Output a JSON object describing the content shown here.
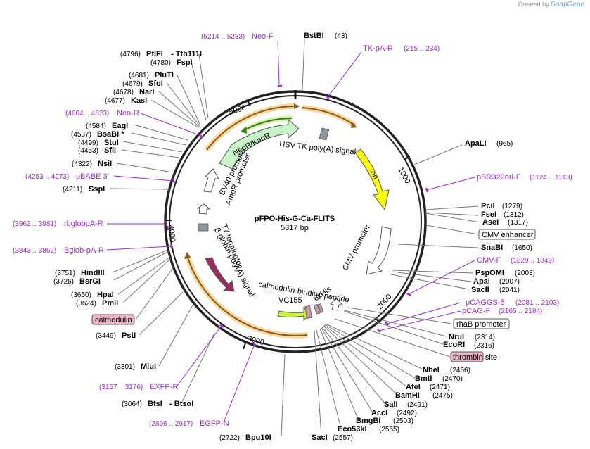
{
  "brand": {
    "created_by": "Created by",
    "app": "SnapGene"
  },
  "plasmid": {
    "name": "pFPO-His-G-Ca-FLITS",
    "length": "5317 bp"
  },
  "ticks": [
    "1000",
    "2000",
    "3000",
    "4000",
    "5000"
  ],
  "enzymes_right": [
    {
      "name": "ApaLI",
      "pos": "(965)"
    },
    {
      "name": "PciI",
      "pos": "(1279)"
    },
    {
      "name": "FseI",
      "pos": "(1312)"
    },
    {
      "name": "AseI",
      "pos": "(1317)"
    },
    {
      "name": "SnaBI",
      "pos": "(1650)"
    },
    {
      "name": "PspOMI",
      "pos": "(2003)"
    },
    {
      "name": "ApaI",
      "pos": "(2007)"
    },
    {
      "name": "SacII",
      "pos": "(2041)"
    },
    {
      "name": "NruI",
      "pos": "(2314)"
    },
    {
      "name": "EcoRI",
      "pos": "(2316)"
    },
    {
      "name": "NheI",
      "pos": "(2466)"
    },
    {
      "name": "BmtI",
      "pos": "(2470)"
    },
    {
      "name": "AfeI",
      "pos": "(2471)"
    },
    {
      "name": "BamHI",
      "pos": "(2475)"
    },
    {
      "name": "SalI",
      "pos": "(2491)"
    },
    {
      "name": "AccI",
      "pos": "(2492)"
    },
    {
      "name": "BmgBI",
      "pos": "(2503)"
    },
    {
      "name": "Eco53kI",
      "pos": "(2555)"
    }
  ],
  "enzymes_left": [
    {
      "name": "PflFI",
      "pos": "(4796)"
    },
    {
      "name": "- Tth111I",
      "pos": ""
    },
    {
      "name": "FspI",
      "pos": "(4780)"
    },
    {
      "name": "PluTI",
      "pos": "(4681)"
    },
    {
      "name": "SfoI",
      "pos": "(4679)"
    },
    {
      "name": "NarI",
      "pos": "(4678)"
    },
    {
      "name": "KasI",
      "pos": "(4677)"
    },
    {
      "name": "EagI",
      "pos": "(4584)"
    },
    {
      "name": "BsaBI *",
      "pos": "(4537)"
    },
    {
      "name": "StuI",
      "pos": "(4499)"
    },
    {
      "name": "SfiI",
      "pos": "(4453)"
    },
    {
      "name": "NsiI",
      "pos": "(4322)"
    },
    {
      "name": "SspI",
      "pos": "(4211)"
    },
    {
      "name": "HindIII",
      "pos": "(3751)"
    },
    {
      "name": "BsrGI",
      "pos": "(3726)"
    },
    {
      "name": "HpaI",
      "pos": "(3650)"
    },
    {
      "name": "PmlI",
      "pos": "(3624)"
    },
    {
      "name": "PstI",
      "pos": "(3449)"
    },
    {
      "name": "MluI",
      "pos": "(3301)"
    },
    {
      "name": "BtsI",
      "pos": "(3064)"
    },
    {
      "name": "- BtsαI",
      "pos": ""
    }
  ],
  "enzymes_top": [
    {
      "name": "BstBI",
      "pos": "(43)"
    }
  ],
  "enzymes_bottom": [
    {
      "name": "Bpu10I",
      "pos": "(2722)"
    },
    {
      "name": "SacI",
      "pos": "(2557)"
    }
  ],
  "primers": [
    {
      "range": "(5214 .. 5233)",
      "name": "Neo-F"
    },
    {
      "range": "(215 .. 234)",
      "name": "TK-pA-R"
    },
    {
      "range": "(1124 .. 1143)",
      "name": "pBR322ori-F"
    },
    {
      "range": "(1829 .. 1849)",
      "name": "CMV-F"
    },
    {
      "range": "(2081 .. 2103)",
      "name": "pCAGGS-5"
    },
    {
      "range": "(2165 .. 2184)",
      "name": "pCAG-F"
    },
    {
      "range": "(4604 .. 4623)",
      "name": "Neo-R"
    },
    {
      "range": "(4253 .. 4273)",
      "name": "pBABE 3'"
    },
    {
      "range": "(3962 .. 3981)",
      "name": "rbglobpA-R"
    },
    {
      "range": "(3843 .. 3862)",
      "name": "Bglob-pA-R"
    },
    {
      "range": "(3157 .. 3176)",
      "name": "EXFP-R"
    },
    {
      "range": "(2896 .. 2917)",
      "name": "EGFP-N"
    }
  ],
  "boxed_labels": {
    "cmv_enhancer": "CMV enhancer",
    "rhab_promoter": "rhaB promoter",
    "thrombin_site": "thrombin site",
    "calmodulin": "calmodulin"
  },
  "features": {
    "neo": "NeoR/KanR",
    "hsv": "HSV TK poly(A) signal",
    "ori": "ori",
    "sv40": "SV40 promoter",
    "ampr": "AmpR promoter",
    "t7": "T7 terminator",
    "bglobin": "β-globin poly(A) signal",
    "cmv": "CMV promoter",
    "cbp": "calmodulin-binding peptide",
    "vc155": "VC155",
    "his": "6xHis"
  },
  "colors": {
    "ring": "#222222",
    "primer": "#9b2fc9",
    "neo": "#c8f5c8",
    "ori": "#ffff00",
    "globin": "#9b2a5f",
    "vc155": "#c8f532",
    "orange_arc": "#f0b050",
    "brown_arc": "#8a5a1a",
    "green_arc": "#2f7d1a",
    "grey_feature": "#8e95a1",
    "pink_feature": "#c79aa8",
    "thrombin_bg": "#e8b4c4",
    "calmodulin_bg": "#e8b4c4"
  }
}
